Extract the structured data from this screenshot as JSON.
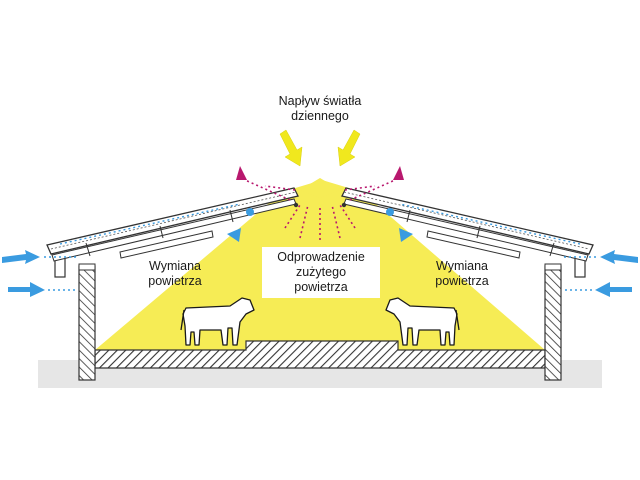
{
  "labels": {
    "daylight": [
      "Napływ światła",
      "dziennego"
    ],
    "air_exchange_left": [
      "Wymiana",
      "powietrza"
    ],
    "air_exchange_right": [
      "Wymiana",
      "powietrza"
    ],
    "exhaust": [
      "Odprowadzenie",
      "zużytego",
      "powietrza"
    ]
  },
  "colors": {
    "light": "#f6ec55",
    "light_arrow": "#f0e81e",
    "fresh_air": "#3a9be0",
    "exhaust_air": "#b8186e",
    "structure": "#333333",
    "ground": "#e6e6e6"
  },
  "icons": [
    "cow-icon",
    "cow-icon",
    "light-arrow-icon",
    "air-arrow-icon",
    "exhaust-arrow-icon"
  ]
}
